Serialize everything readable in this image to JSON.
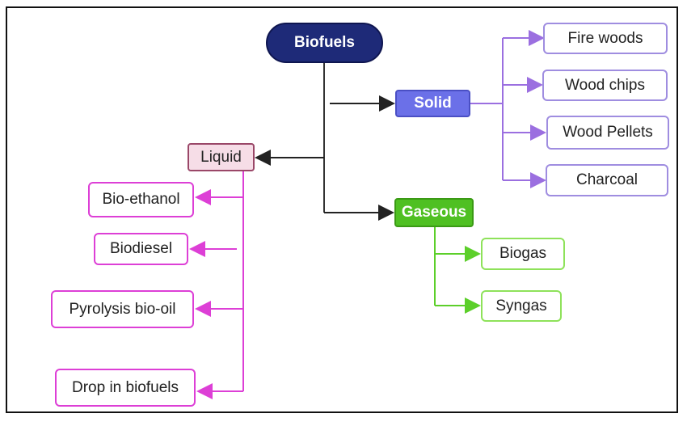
{
  "root": {
    "label": "Biofuels"
  },
  "categories": {
    "solid": {
      "label": "Solid",
      "items": [
        "Fire woods",
        "Wood chips",
        "Wood Pellets",
        "Charcoal"
      ]
    },
    "gaseous": {
      "label": "Gaseous",
      "items": [
        "Biogas",
        "Syngas"
      ]
    },
    "liquid": {
      "label": "Liquid",
      "items": [
        "Bio-ethanol",
        "Biodiesel",
        "Pyrolysis bio-oil",
        "Drop in biofuels"
      ]
    }
  },
  "colors": {
    "root": "#1e2a78",
    "solid": "#6b70e8",
    "solid_line": "#9f8de0",
    "gaseous": "#4fc022",
    "gaseous_line": "#8ee25a",
    "liquid_fill": "#f6dde7",
    "liquid_line": "#dd3fd6",
    "trunk": "#333333"
  }
}
